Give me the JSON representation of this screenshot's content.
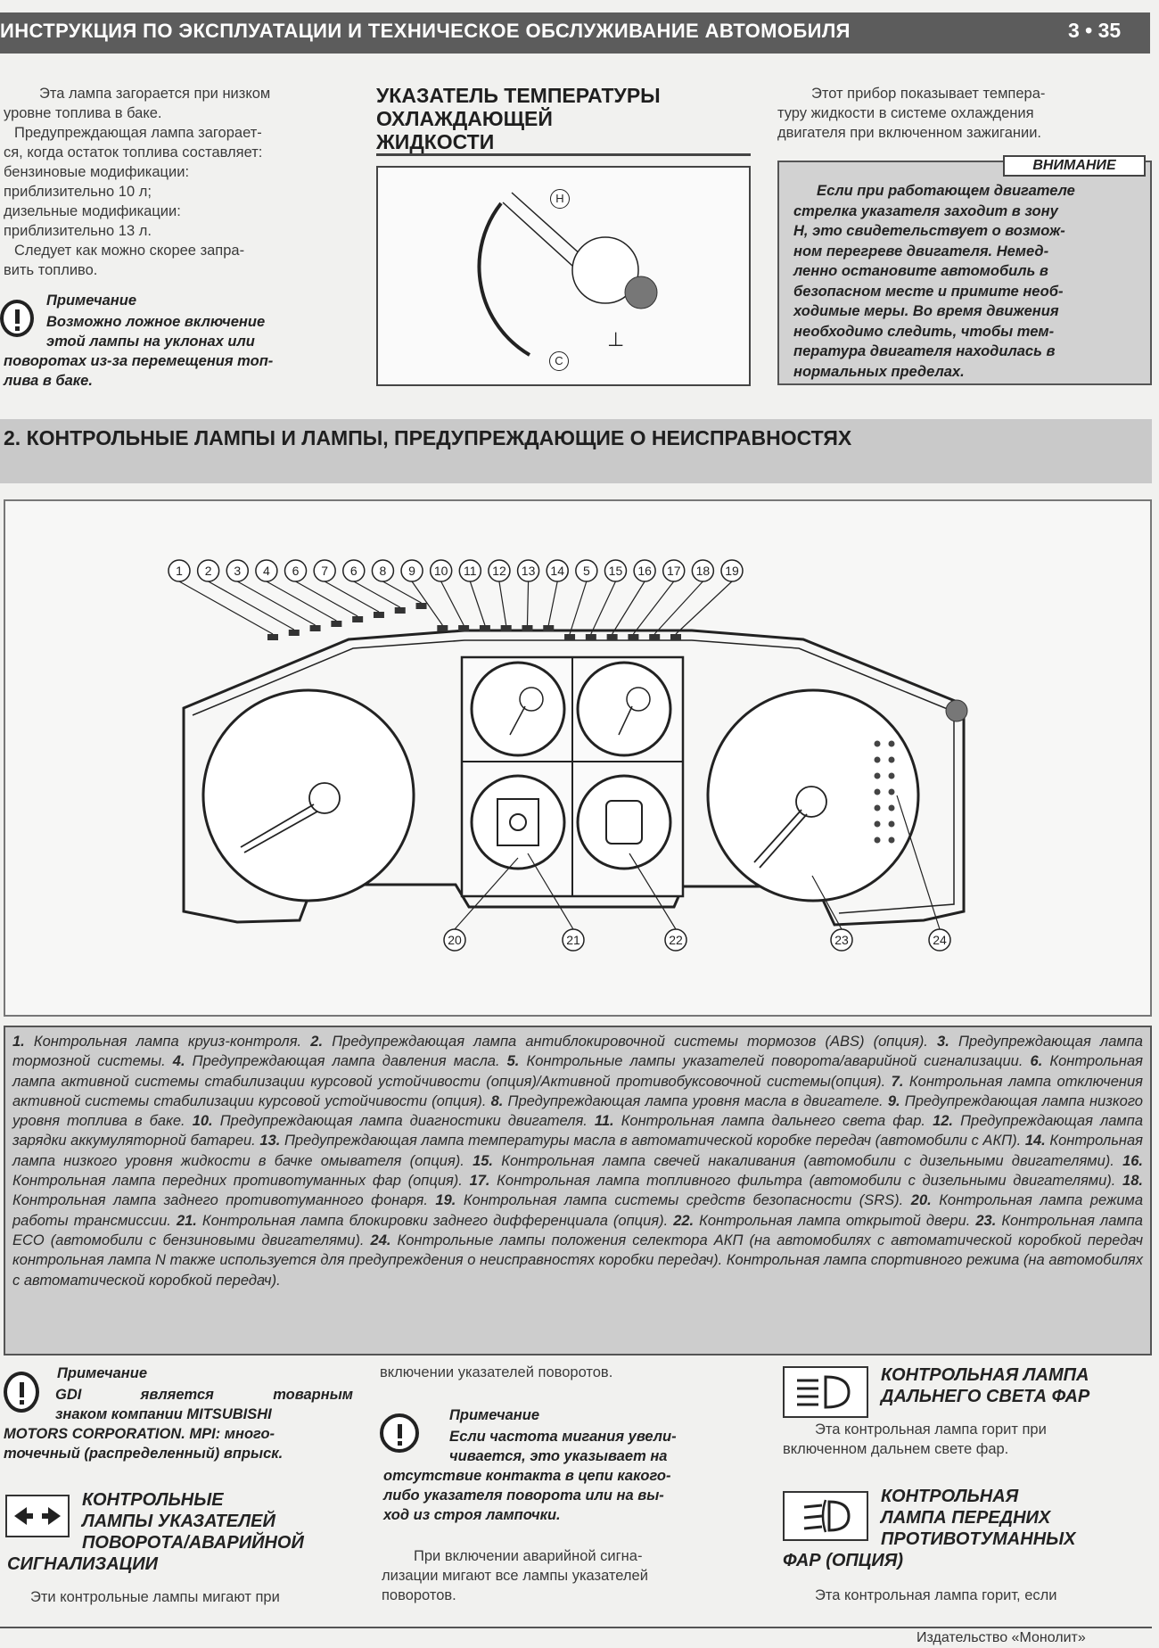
{
  "header": {
    "title": "ИНСТРУКЦИЯ ПО ЭКСПЛУАТАЦИИ И ТЕХНИЧЕСКОЕ ОБСЛУЖИВАНИЕ АВТОМОБИЛЯ",
    "page_num": "3 • 35"
  },
  "col1": {
    "lines": [
      "Эта лампа загорается при низком",
      "уровне топлива в баке.",
      "Предупреждающая лампа загорает-",
      "ся, когда остаток топлива составляет:",
      "бензиновые модификации:",
      "приблизительно 10 л;",
      "дизельные модификации:",
      "приблизительно 13 л.",
      "Следует как можно скорее запра-",
      "вить топливо."
    ],
    "note_title": "Примечание",
    "note_lines": [
      "Возможно ложное включение",
      "этой лампы на уклонах или",
      "поворотах из-за перемещения топ-",
      "лива в баке."
    ]
  },
  "temp_section": {
    "heading": [
      "УКАЗАТЕЛЬ ТЕМПЕРАТУРЫ",
      "ОХЛАЖДАЮЩЕЙ",
      "ЖИДКОСТИ"
    ],
    "gauge_hot": "H",
    "gauge_cold": "C"
  },
  "col3": {
    "lines": [
      "Этот прибор показывает темпера-",
      "туру жидкости в системе охлаждения",
      "двигателя при включенном зажигании."
    ],
    "warning_label": "ВНИМАНИЕ",
    "warning_lines": [
      "Если при работающем двигателе",
      "стрелка указателя заходит в зону",
      "H, это свидетельствует о возмож-",
      "ном перегреве двигателя. Немед-",
      "ленно остановите автомобиль в",
      "безопасном месте и примите необ-",
      "ходимые меры. Во время движения",
      "необходимо следить, чтобы тем-",
      "пература двигателя находилась в",
      "нормальных пределах."
    ]
  },
  "section2": {
    "title": "2. КОНТРОЛЬНЫЕ ЛАМПЫ И ЛАМПЫ, ПРЕДУПРЕЖДАЮЩИЕ О НЕИСПРАВНОСТЯХ"
  },
  "diagram": {
    "top_callouts": [
      "1",
      "2",
      "3",
      "4",
      "6",
      "7",
      "6",
      "8",
      "9",
      "10",
      "11",
      "12",
      "13",
      "14",
      "5",
      "15",
      "16",
      "17",
      "18",
      "19"
    ],
    "bottom_callouts": [
      "20",
      "21",
      "22",
      "23",
      "24"
    ]
  },
  "legend": {
    "items": [
      {
        "n": "1.",
        "t": "Контрольная лампа круиз-контроля."
      },
      {
        "n": "2.",
        "t": "Предупреждающая лампа антиблокировочной системы тормозов (ABS) (опция)."
      },
      {
        "n": "3.",
        "t": "Предупреждающая лампа тормозной системы."
      },
      {
        "n": "4.",
        "t": "Предупреждающая лампа давления масла."
      },
      {
        "n": "5.",
        "t": "Контрольные лампы указателей поворота/аварийной сигнализации."
      },
      {
        "n": "6.",
        "t": "Контрольная лампа активной системы стабилизации курсовой устойчивости (опция)/Активной противобуксовочной системы(опция)."
      },
      {
        "n": "7.",
        "t": "Контрольная лампа отключения активной системы стабилизации курсовой устойчивости (опция)."
      },
      {
        "n": "8.",
        "t": "Предупреждающая лампа уровня масла в двигателе."
      },
      {
        "n": "9.",
        "t": "Предупреждающая лампа низкого уровня топлива в баке."
      },
      {
        "n": "10.",
        "t": "Предупреждающая лампа диагностики двигателя."
      },
      {
        "n": "11.",
        "t": "Контрольная лампа дальнего света фар."
      },
      {
        "n": "12.",
        "t": "Предупреждающая лампа зарядки аккумуляторной батареи."
      },
      {
        "n": "13.",
        "t": "Предупреждающая лампа температуры масла в автоматической коробке передач (автомобили с АКП)."
      },
      {
        "n": "14.",
        "t": "Контрольная лампа низкого уровня жидкости в бачке омывателя (опция)."
      },
      {
        "n": "15.",
        "t": "Контрольная лампа свечей накаливания (автомобили с дизельными двигателями)."
      },
      {
        "n": "16.",
        "t": "Контрольная лампа передних противотуманных фар (опция)."
      },
      {
        "n": "17.",
        "t": "Контрольная лампа топливного фильтра (автомобили с дизельными двигателями)."
      },
      {
        "n": "18.",
        "t": "Контрольная лампа заднего противотуманного фонаря."
      },
      {
        "n": "19.",
        "t": "Контрольная лампа системы средств безопасности (SRS)."
      },
      {
        "n": "20.",
        "t": "Контрольная лампа режима работы трансмиссии."
      },
      {
        "n": "21.",
        "t": "Контрольная лампа блокировки заднего дифференциала (опция)."
      },
      {
        "n": "22.",
        "t": "Контрольная лампа открытой двери."
      },
      {
        "n": "23.",
        "t": "Контрольная лампа ECO (автомобили с бензиновыми двигателями)."
      },
      {
        "n": "24.",
        "t": "Контрольные лампы положения селектора АКП (на автомобилях с автоматической коробкой передач контрольная лампа N также используется для предупреждения о неисправностях коробки передач). Контрольная лампа спортивного режима (на автомобилях с автоматической коробкой передач)."
      }
    ]
  },
  "bottom": {
    "note1_title": "Примечание",
    "note1_lines": [
      "GDI является товарным",
      "знаком компании MITSUBISHI",
      "MOTORS CORPORATION. MPI: много-",
      "точечный (распределенный) впрыск."
    ],
    "turn_heading": [
      "КОНТРОЛЬНЫЕ",
      "ЛАМПЫ УКАЗАТЕЛЕЙ",
      "ПОВОРОТА/АВАРИЙНОЙ",
      "СИГНАЛИЗАЦИИ"
    ],
    "turn_text": "Эти контрольные лампы мигают при",
    "mid_text_top": "включении указателей поворотов.",
    "note2_title": "Примечание",
    "note2_lines": [
      "Если частота мигания увели-",
      "чивается, это указывает на",
      "отсутствие контакта в цепи какого-",
      "либо указателя поворота или на вы-",
      "ход из строя лампочки."
    ],
    "mid_text_bottom": [
      "При включении аварийной сигна-",
      "лизации мигают все лампы указателей",
      "поворотов."
    ],
    "high_beam_heading": [
      "КОНТРОЛЬНАЯ ЛАМПА",
      "ДАЛЬНЕГО СВЕТА ФАР"
    ],
    "high_beam_text": [
      "Эта контрольная лампа горит при",
      "включенном дальнем свете фар."
    ],
    "fog_heading": [
      "КОНТРОЛЬНАЯ",
      "ЛАМПА ПЕРЕДНИХ",
      "ПРОТИВОТУМАННЫХ",
      "ФАР (ОПЦИЯ)"
    ],
    "fog_text": "Эта контрольная лампа горит, если"
  },
  "footer": {
    "publisher": "Издательство «Монолит»"
  },
  "colors": {
    "header_bg": "#5c5c5c",
    "band_bg": "#c9c9c9",
    "legend_bg": "#cdcdcd",
    "warning_bg": "#d2d2d2"
  }
}
